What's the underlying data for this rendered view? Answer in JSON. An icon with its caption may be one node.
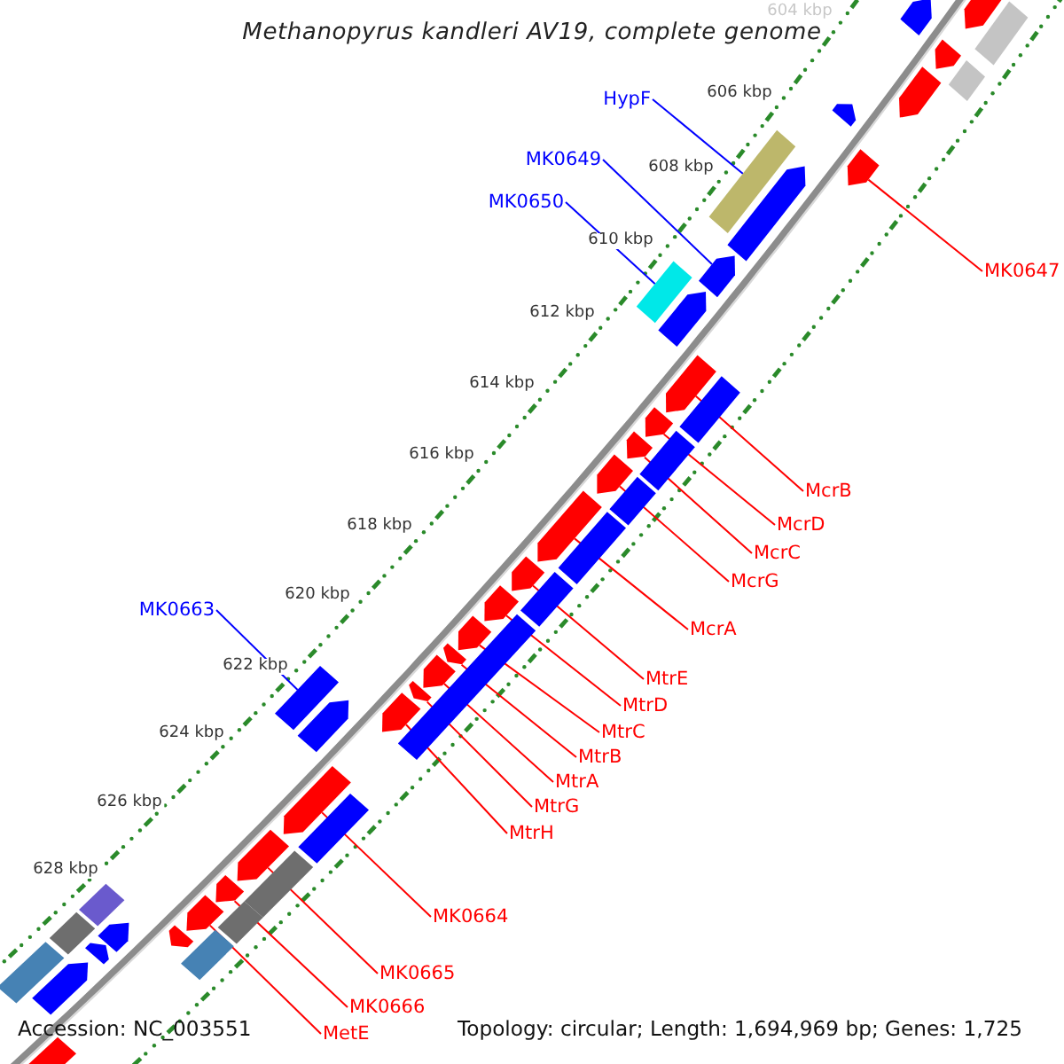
{
  "diagram": {
    "title": "Methanopyrus kandleri AV19, complete genome",
    "nodes": [
      {
        "text": [
          "HypF"
        ]
      },
      {
        "text": [
          "MK0649"
        ]
      },
      {
        "text": [
          "MK0650"
        ]
      },
      {
        "text": [
          "MK0647"
        ]
      },
      {
        "text": [
          "McrB"
        ]
      },
      {
        "text": [
          "McrD"
        ]
      },
      {
        "text": [
          "McrC"
        ]
      },
      {
        "text": [
          "McrG"
        ]
      },
      {
        "text": [
          "McrA"
        ]
      },
      {
        "text": [
          "MtrE"
        ]
      },
      {
        "text": [
          "MtrD"
        ]
      },
      {
        "text": [
          "MtrC"
        ]
      },
      {
        "text": [
          "MtrB"
        ]
      },
      {
        "text": [
          "MtrA"
        ]
      },
      {
        "text": [
          "MtrG"
        ]
      },
      {
        "text": [
          "MtrH"
        ]
      },
      {
        "text": [
          "MK0663"
        ]
      },
      {
        "text": [
          "MK0664"
        ]
      },
      {
        "text": [
          "MK0665"
        ]
      },
      {
        "text": [
          "MK0666"
        ]
      },
      {
        "text": [
          "MetE"
        ]
      },
      {
        "text": [],
        "shape": "box"
      },
      {
        "text": [],
        "shape": "arrow"
      },
      {
        "text": [],
        "shape": "box"
      },
      {
        "text": [],
        "shape": "arrow"
      },
      {
        "text": [],
        "shape": "arrow"
      },
      {
        "text": [],
        "shape": "arrow"
      },
      {
        "text": [],
        "shape": "arrow"
      },
      {
        "text": [],
        "shape": "arrow"
      },
      {
        "text": [],
        "shape": "arrow"
      },
      {
        "text": [],
        "shape": "arrow"
      },
      {
        "text": [],
        "shape": "arrow"
      },
      {
        "text": [],
        "shape": "arrow"
      },
      {
        "text": [],
        "shape": "arrow"
      },
      {
        "text": [],
        "shape": "arrow"
      },
      {
        "text": [],
        "shape": "arrow"
      },
      {
        "text": [],
        "shape": "arrow"
      },
      {
        "text": [],
        "shape": "box"
      },
      {
        "text": [],
        "shape": "arrow"
      },
      {
        "text": [],
        "shape": "arrow"
      },
      {
        "text": [],
        "shape": "arrow"
      },
      {
        "text": [],
        "shape": "arrow"
      },
      {
        "text": [],
        "shape": "arrow"
      },
      {
        "text": [],
        "shape": "arrow"
      },
      {
        "text": [],
        "shape": "arrow"
      },
      {
        "text": [],
        "shape": "arrow"
      },
      {
        "text": [],
        "shape": "arrow"
      },
      {
        "text": [],
        "shape": "arrow"
      },
      {
        "text": [],
        "shape": "arrow"
      },
      {
        "text": [],
        "shape": "box"
      },
      {
        "text": [],
        "shape": "box"
      },
      {
        "text": [],
        "shape": "box"
      },
      {
        "text": [],
        "shape": "box"
      },
      {
        "text": [],
        "shape": "box"
      },
      {
        "text": [],
        "shape": "box"
      },
      {
        "text": [],
        "shape": "box"
      },
      {
        "text": [],
        "shape": "box"
      },
      {
        "text": [],
        "shape": "arrow"
      },
      {
        "text": [],
        "shape": "arrow"
      },
      {
        "text": [],
        "shape": "arrow"
      },
      {
        "text": [],
        "shape": "box"
      },
      {
        "text": [],
        "shape": "box"
      },
      {
        "text": [],
        "shape": "box"
      },
      {
        "text": [],
        "shape": "box"
      },
      {
        "text": [],
        "shape": "box"
      },
      {
        "text": [],
        "shape": "box"
      },
      {
        "text": [],
        "shape": "box"
      },
      {
        "text": [],
        "shape": "arrow"
      },
      {
        "text": [],
        "shape": "arrow"
      },
      {
        "text": [],
        "shape": "arrow"
      }
    ],
    "edges": [
      {
        "from": 0,
        "to": 21,
        "arrow": "none",
        "color": "#0000ff"
      },
      {
        "from": 1,
        "to": 22,
        "arrow": "none",
        "color": "#0000ff"
      },
      {
        "from": 2,
        "to": 23,
        "arrow": "none",
        "color": "#0000ff"
      },
      {
        "from": 3,
        "to": 24,
        "arrow": "none"
      },
      {
        "from": 4,
        "to": 25,
        "arrow": "none"
      },
      {
        "from": 5,
        "to": 26,
        "arrow": "none"
      },
      {
        "from": 6,
        "to": 27,
        "arrow": "none"
      },
      {
        "from": 7,
        "to": 28,
        "arrow": "none"
      },
      {
        "from": 8,
        "to": 29,
        "arrow": "none"
      },
      {
        "from": 9,
        "to": 30,
        "arrow": "none"
      },
      {
        "from": 10,
        "to": 31,
        "arrow": "none"
      },
      {
        "from": 11,
        "to": 32,
        "arrow": "none"
      },
      {
        "from": 12,
        "to": 33,
        "arrow": "none"
      },
      {
        "from": 13,
        "to": 34,
        "arrow": "none"
      },
      {
        "from": 14,
        "to": 35,
        "arrow": "none"
      },
      {
        "from": 15,
        "to": 36,
        "arrow": "none"
      },
      {
        "from": 16,
        "to": 37,
        "arrow": "none",
        "color": "#0000ff"
      },
      {
        "from": 17,
        "to": 38,
        "arrow": "none"
      },
      {
        "from": 18,
        "to": 39,
        "arrow": "none"
      },
      {
        "from": 19,
        "to": 40,
        "arrow": "none"
      },
      {
        "from": 20,
        "to": 41,
        "arrow": "none"
      }
    ],
    "labels": [
      "604 kbp",
      "606 kbp",
      "608 kbp",
      "610 kbp",
      "612 kbp",
      "614 kbp",
      "616 kbp",
      "618 kbp",
      "620 kbp",
      "622 kbp",
      "624 kbp",
      "626 kbp",
      "628 kbp",
      "Accession: NC_003551",
      "Topology: circular; Length: 1,694,969 bp; Genes: 1,725"
    ]
  }
}
